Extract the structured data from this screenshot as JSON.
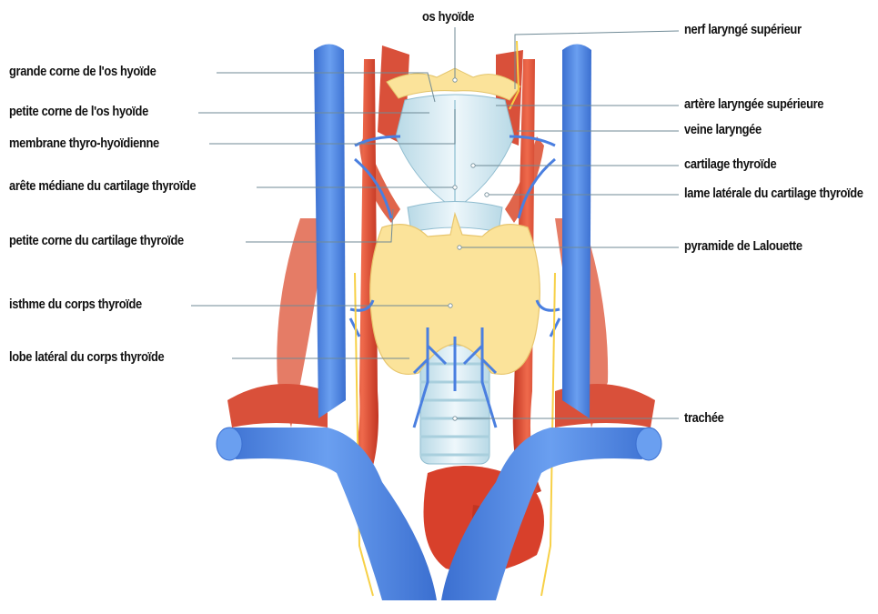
{
  "labels": {
    "os_hyoide": "os hyoïde",
    "nerf_larynge_superieur": "nerf laryngé supérieur",
    "grande_corne": "grande corne de l'os hyoïde",
    "petite_corne_hyoide": "petite corne de l'os hyoïde",
    "membrane": "membrane thyro-hyoïdienne",
    "arete_mediane": "arête médiane du cartilage thyroïde",
    "petite_corne_cartilage": "petite corne du cartilage thyroïde",
    "isthme": "isthme du corps thyroïde",
    "lobe_lateral": "lobe latéral du corps thyroïde",
    "artere_laryngee": "artère laryngée supérieure",
    "veine_laryngee": "veine laryngée",
    "cartilage_thyroide": "cartilage thyroïde",
    "lame_laterale": "lame latérale du cartilage thyroïde",
    "pyramide": "pyramide de Lalouette",
    "trachee": "trachée"
  },
  "colors": {
    "vein": "#4a86e8",
    "artery": "#e0472f",
    "muscle": "#d9503a",
    "thyroid": "#fbe39a",
    "cartilage": "#d6eaf2",
    "nerve": "#f7d046",
    "leader": "#6f8a96"
  }
}
